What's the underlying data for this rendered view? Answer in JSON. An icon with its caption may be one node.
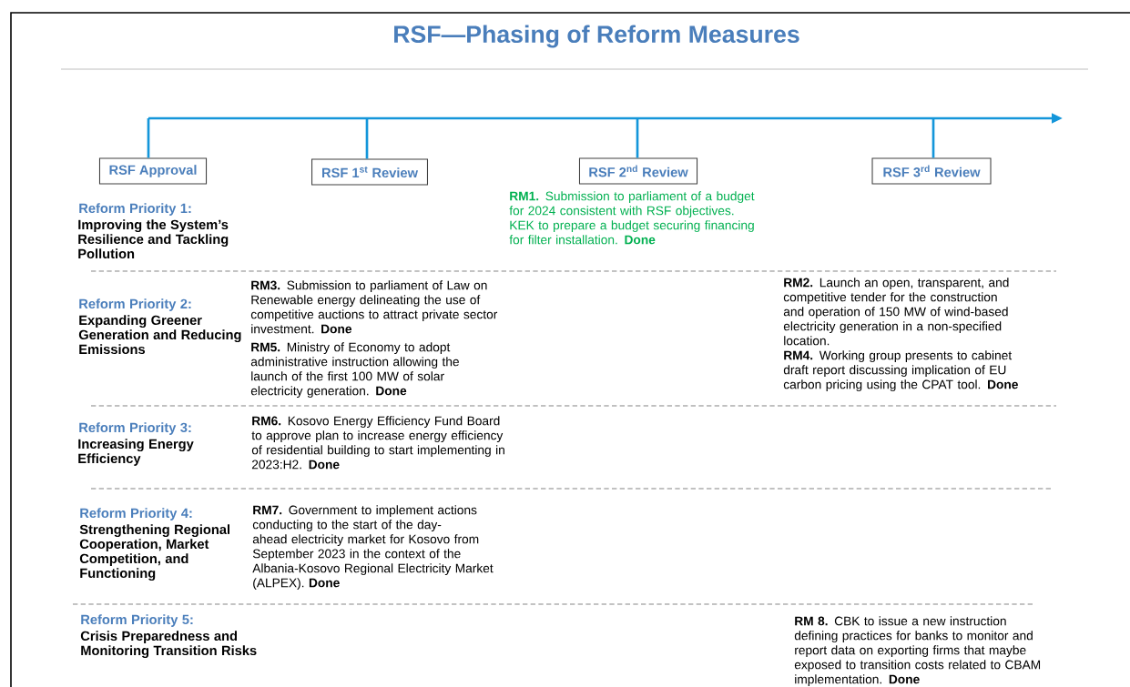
{
  "diagram": {
    "title": "RSF—Phasing of Reform Measures",
    "nodes": [
      {
        "text": [
          "RSF Approval"
        ]
      },
      {
        "text": [
          "RSF 1$^{st}$ Review"
        ]
      },
      {
        "text": [
          "RSF 2$^{nd}$ Review"
        ]
      },
      {
        "text": [
          "RSF 3$^{rd}$ Review"
        ]
      }
    ],
    "edges": [
      {
        "from": null,
        "to": 0,
        "arrow": "none"
      },
      {
        "from": null,
        "to": 1,
        "arrow": "none"
      },
      {
        "from": null,
        "to": 2,
        "arrow": "none"
      },
      {
        "from": null,
        "to": 3,
        "arrow": "none"
      }
    ],
    "labels": [
      "Reform Priority 1:",
      "Improving the System’s Resilience and Tackling Pollution",
      "**RM1.** Submission to parliament of a budget for 2024 consistent with RSF objectives. KEK to prepare a budget securing financing for filter installation. **Done**",
      "Reform Priority 2:",
      "Expanding Greener Generation and Reducing Emissions",
      "**RM3.** Submission to parliament of Law on Renewable energy delineating the use of competitive auctions to attract private sector investment. **Done**",
      "**RM5.** Ministry of Economy to adopt administrative instruction allowing the launch of the first 100 MW of solar electricity generation. **Done**",
      "**RM2.** Launch an open, transparent, and competitive tender for the construction and operation of 150 MW of wind-based electricity generation in a non-specified location.",
      "**RM4.** Working group presents to cabinet draft report discussing implication of EU carbon pricing using the CPAT tool. **Done**",
      "Reform Priority 3:",
      "Increasing Energy Efficiency",
      "**RM6.** Kosovo Energy Efficiency Fund Board to approve plan to increase energy efficiency of residential building to start implementing in 2023:H2. **Done**",
      "Reform Priority 4:",
      "Strengthening Regional Cooperation, Market Competition, and Functioning",
      "**RM7.** Government to implement actions conducting to the start of the day-ahead electricity market for Kosovo from September 2023 in the context of the Albania-Kosovo Regional Electricity Market (ALPEX). **Done**",
      "Reform Priority 5:",
      "Crisis Preparedness and Monitoring Transition Risks",
      "**RM 8.** CBK to issue a new instruction defining practices for banks to monitor and report data on exporting firms that maybe exposed to transition costs related to CBAM implementation. **Done**"
    ]
  }
}
